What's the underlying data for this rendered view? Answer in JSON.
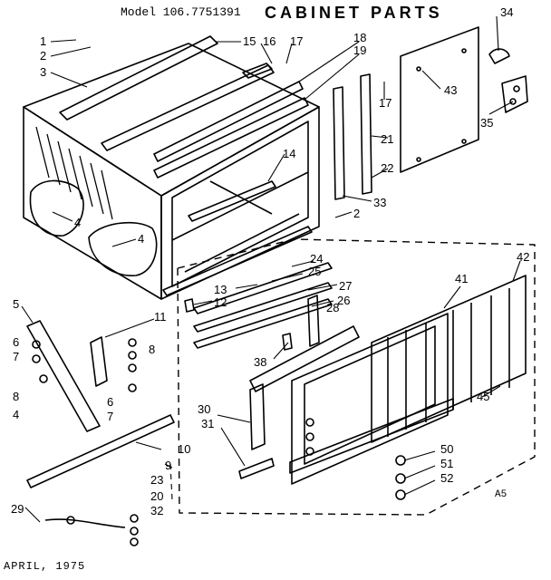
{
  "header": {
    "model": "Model 106.7751391",
    "title": "CABINET PARTS"
  },
  "footer": {
    "date": "APRIL, 1975",
    "code": "A5"
  },
  "callouts": [
    "1",
    "2",
    "3",
    "15",
    "16",
    "17",
    "18",
    "19",
    "34",
    "43",
    "17",
    "35",
    "21",
    "22",
    "33",
    "2",
    "14",
    "4",
    "4",
    "24",
    "25",
    "27",
    "26",
    "28",
    "13",
    "12",
    "11",
    "41",
    "42",
    "5",
    "6",
    "7",
    "8",
    "6",
    "7",
    "8",
    "4",
    "38",
    "30",
    "31",
    "45",
    "10",
    "9",
    "23",
    "20",
    "32",
    "29",
    "50",
    "51",
    "52"
  ]
}
